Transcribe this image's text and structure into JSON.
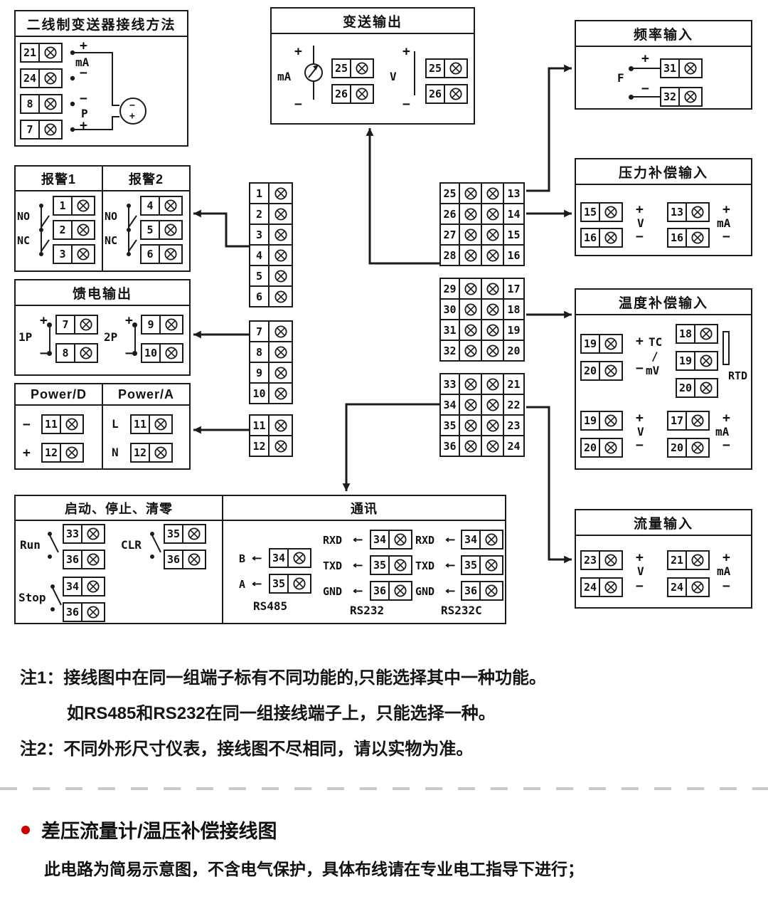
{
  "colors": {
    "line": "#1c1c1c",
    "accent": "#cc0000"
  },
  "two_wire": {
    "title": "二线制变送器接线方法",
    "terms": [
      "21",
      "24",
      "8",
      "7"
    ],
    "labels": {
      "plus_top": "+",
      "ma": "mA",
      "minus_mid": "−",
      "minus_b": "−",
      "p": "P",
      "plus_bot": "+",
      "tx_minus": "−",
      "tx_plus": "+"
    }
  },
  "transmit": {
    "title": "变送输出",
    "ma_label": "mA",
    "v_label": "V",
    "plus": "+",
    "minus": "−",
    "ma_terms": [
      "25",
      "26"
    ],
    "v_terms": [
      "25",
      "26"
    ]
  },
  "freq": {
    "title": "频率输入",
    "f_label": "F",
    "plus": "+",
    "minus": "−",
    "terms": [
      "31",
      "32"
    ]
  },
  "alarm": {
    "titles": [
      "报警1",
      "报警2"
    ],
    "no": "NO",
    "nc": "NC",
    "col1": [
      "1",
      "2",
      "3"
    ],
    "col2": [
      "4",
      "5",
      "6"
    ]
  },
  "feed": {
    "title": "馈电输出",
    "plus": "+",
    "minus": "−",
    "g1_label": "1P",
    "g2_label": "2P",
    "g1": [
      "7",
      "8"
    ],
    "g2": [
      "9",
      "10"
    ]
  },
  "power": {
    "titles": [
      "Power/D",
      "Power/A"
    ],
    "d_labels": [
      "−",
      "+"
    ],
    "a_labels": [
      "L",
      "N"
    ],
    "d_terms": [
      "11",
      "12"
    ],
    "a_terms": [
      "11",
      "12"
    ]
  },
  "pressure": {
    "title": "压力补偿输入",
    "plus": "+",
    "minus": "−",
    "v_unit": "V",
    "ma_unit": "mA",
    "v_terms": [
      "15",
      "16"
    ],
    "ma_terms": [
      "13",
      "16"
    ]
  },
  "temp": {
    "title": "温度补偿输入",
    "plus": "+",
    "minus": "−",
    "tc_label_1": "TC",
    "tc_label_2": "/",
    "tc_label_3": "mV",
    "tc_terms": [
      "19",
      "20"
    ],
    "rtd_label": "RTD",
    "rtd_terms": [
      "18",
      "19",
      "20"
    ],
    "v_unit": "V",
    "v_terms": [
      "19",
      "20"
    ],
    "ma_unit": "mA",
    "ma_terms": [
      "17",
      "20"
    ]
  },
  "flow": {
    "title": "流量输入",
    "plus": "+",
    "minus": "−",
    "v_unit": "V",
    "v_terms": [
      "23",
      "24"
    ],
    "ma_unit": "mA",
    "ma_terms": [
      "21",
      "24"
    ]
  },
  "strip": {
    "left": [
      "1",
      "2",
      "3",
      "4",
      "5",
      "6",
      "7",
      "8",
      "9",
      "10",
      "11",
      "12"
    ],
    "inner": [
      "25",
      "26",
      "27",
      "28",
      "29",
      "30",
      "31",
      "32",
      "33",
      "34",
      "35",
      "36"
    ],
    "outer": [
      "13",
      "14",
      "15",
      "16",
      "17",
      "18",
      "19",
      "20",
      "21",
      "22",
      "23",
      "24"
    ]
  },
  "control": {
    "title": "启动、停止、清零",
    "run": "Run",
    "clr": "CLR",
    "stop": "Stop",
    "run_terms": [
      "33",
      "36"
    ],
    "clr_terms": [
      "35",
      "36"
    ],
    "stop_terms": [
      "34",
      "36"
    ]
  },
  "comm": {
    "title": "通讯",
    "arrow": "←",
    "rs485": {
      "label": "RS485",
      "sigs": [
        "B",
        "A"
      ],
      "terms": [
        "34",
        "35"
      ]
    },
    "rs232": {
      "label": "RS232",
      "sigs": [
        "RXD",
        "TXD",
        "GND"
      ],
      "terms": [
        "34",
        "35",
        "36"
      ]
    },
    "rs232c": {
      "label": "RS232C",
      "sigs": [
        "RXD",
        "TXD",
        "GND"
      ],
      "terms": [
        "34",
        "35",
        "36"
      ]
    }
  },
  "notes": {
    "n1": "注1：",
    "n1_text": "接线图中在同一组端子标有不同功能的,只能选择其中一种功能。",
    "n1_text2": "如RS485和RS232在同一组接线端子上，只能选择一种。",
    "n2": "注2：",
    "n2_text": "不同外形尺寸仪表，接线图不尽相同，请以实物为准。"
  },
  "footer": {
    "heading": "差压流量计/温压补偿接线图",
    "subtext": "此电路为简易示意图，不含电气保护，具体布线请在专业电工指导下进行；"
  }
}
